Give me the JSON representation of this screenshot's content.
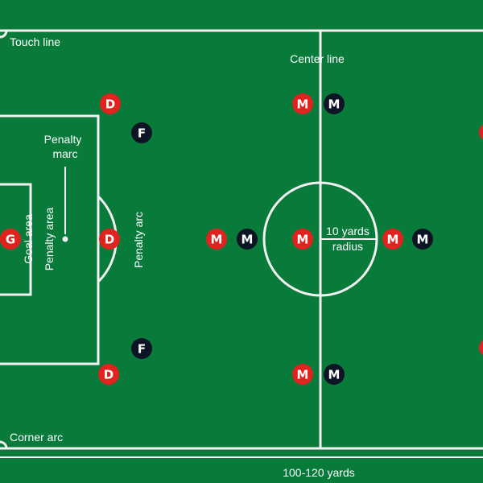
{
  "colors": {
    "field": "#087a3a",
    "lines": "#f2f2f2",
    "team_red": "#e0231f",
    "team_dark": "#0d1524",
    "token_text": "#ffffff"
  },
  "labels": {
    "touch_line": "Touch line",
    "center_line": "Center line",
    "penalty_marc_1": "Penalty",
    "penalty_marc_2": "marc",
    "goal_area": "Goal area",
    "penalty_area": "Penalty area",
    "penalty_arc": "Penalty arc",
    "radius_1": "10 yards",
    "radius_2": "radius",
    "corner_arc": "Corner arc",
    "length": "100-120 yards"
  },
  "players": {
    "red_gk": "G",
    "red_def_1": "D",
    "red_def_2": "D",
    "red_def_3": "D",
    "red_mid_1": "M",
    "red_mid_2": "M",
    "red_mid_3": "M",
    "red_mid_4": "M",
    "red_mid_5": "M",
    "dark_fwd_1": "F",
    "dark_fwd_2": "F",
    "dark_mid_1": "M",
    "dark_mid_2": "M",
    "dark_mid_3": "M",
    "dark_mid_4": "M"
  }
}
